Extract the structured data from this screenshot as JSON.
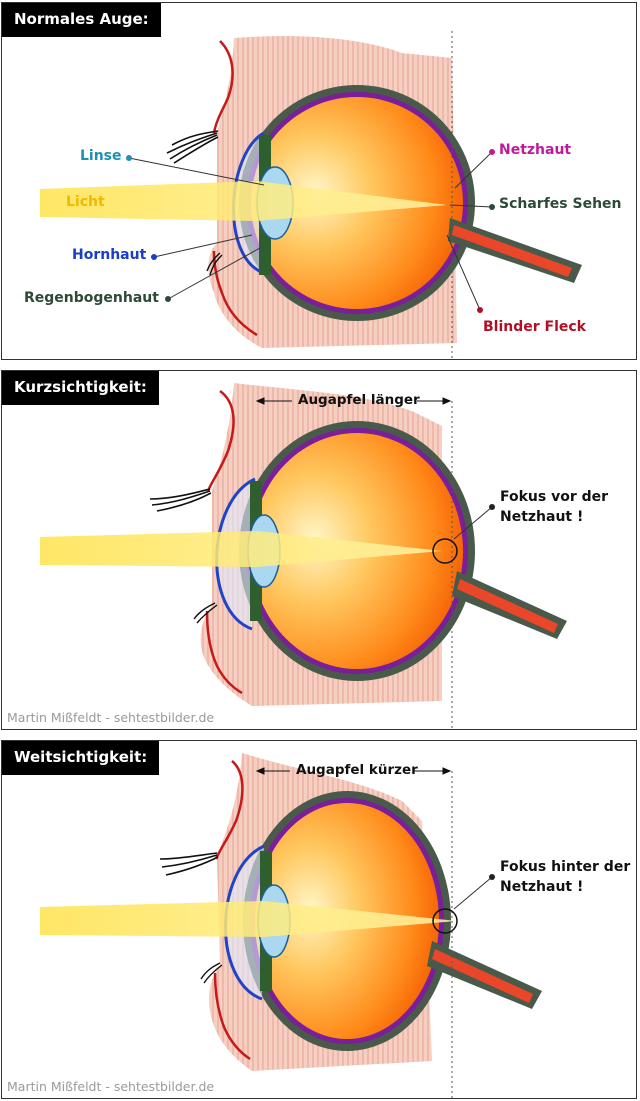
{
  "colors": {
    "linse": "#1f8fb5",
    "licht": "#f2b700",
    "hornhaut": "#1a3ec8",
    "regenbogenhaut": "#2c4a36",
    "netzhaut": "#c0199a",
    "scharfes_sehen": "#2c4a36",
    "blinder_fleck": "#b01025",
    "credit": "#9a9a9a"
  },
  "panels": [
    {
      "title": "Normales Auge:",
      "labels": {
        "linse": "Linse",
        "licht": "Licht",
        "hornhaut": "Hornhaut",
        "regenbogenhaut": "Regenbogenhaut",
        "netzhaut": "Netzhaut",
        "scharfes_sehen": "Scharfes Sehen",
        "blinder_fleck": "Blinder Fleck"
      }
    },
    {
      "title": "Kurzsichtigkeit:",
      "dimension": "Augapfel länger",
      "focus_line1": "Fokus vor der",
      "focus_line2": "Netzhaut !",
      "credit": "Martin Mißfeldt - sehtestbilder.de"
    },
    {
      "title": "Weitsichtigkeit:",
      "dimension": "Augapfel kürzer",
      "focus_line1": "Fokus hinter der",
      "focus_line2": "Netzhaut !",
      "credit": "Martin Mißfeldt - sehtestbilder.de"
    }
  ]
}
